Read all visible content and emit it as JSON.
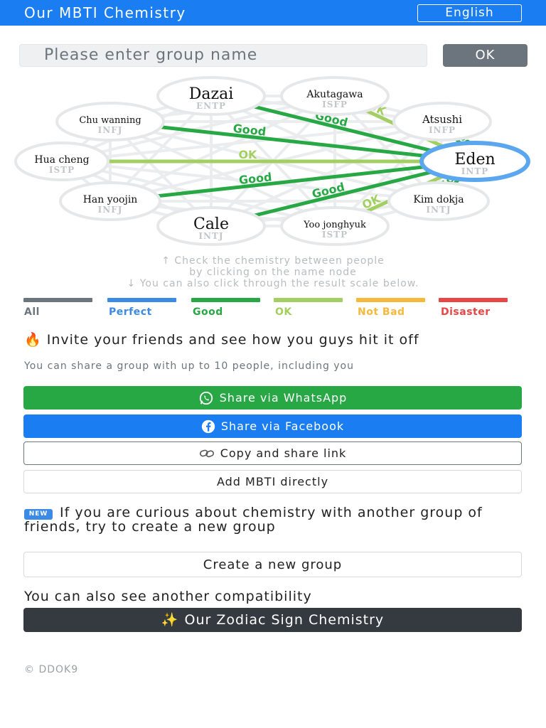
{
  "header": {
    "title": "Our MBTI Chemistry",
    "language_label": "English"
  },
  "group": {
    "placeholder": "Please enter group name",
    "ok_label": "OK"
  },
  "graph": {
    "nodes": [
      {
        "name": "Dazai",
        "mbti": "ENTP"
      },
      {
        "name": "Akutagawa",
        "mbti": "ISFP"
      },
      {
        "name": "Atsushi",
        "mbti": "INFP"
      },
      {
        "name": "Eden",
        "mbti": "INTP"
      },
      {
        "name": "Kim dokja",
        "mbti": "INTJ"
      },
      {
        "name": "Yoo jonghyuk",
        "mbti": "ISTP"
      },
      {
        "name": "Cale",
        "mbti": "INTJ"
      },
      {
        "name": "Han yoojin",
        "mbti": "INFJ"
      },
      {
        "name": "Hua cheng",
        "mbti": "ISTP"
      },
      {
        "name": "Chu wanning",
        "mbti": "INFJ"
      }
    ],
    "selected_node": "Eden",
    "edges": [
      {
        "from": "Eden",
        "to": "Dazai",
        "result": "Good"
      },
      {
        "from": "Eden",
        "to": "Akutagawa",
        "result": "OK"
      },
      {
        "from": "Eden",
        "to": "Atsushi",
        "result": "Good"
      },
      {
        "from": "Eden",
        "to": "Kim dokja",
        "result": "Good"
      },
      {
        "from": "Eden",
        "to": "Yoo jonghyuk",
        "result": "OK"
      },
      {
        "from": "Eden",
        "to": "Cale",
        "result": "Good"
      },
      {
        "from": "Eden",
        "to": "Han yoojin",
        "result": "Good"
      },
      {
        "from": "Eden",
        "to": "Hua cheng",
        "result": "OK"
      },
      {
        "from": "Eden",
        "to": "Chu wanning",
        "result": "Good"
      }
    ]
  },
  "hints": {
    "line1": "↑  Check the chemistry between people",
    "line2": "by clicking on the name node",
    "line3": "↓  You can also click through the result scale below."
  },
  "scale": [
    {
      "label": "All",
      "color": "#6c757d",
      "label_color": "#6c757d"
    },
    {
      "label": "Perfect",
      "color": "#3b8ae6",
      "label_color": "#3b8ae6"
    },
    {
      "label": "Good",
      "color": "#28a745",
      "label_color": "#28a745"
    },
    {
      "label": "OK",
      "color": "#a3cf62",
      "label_color": "#a3cf62"
    },
    {
      "label": "Not Bad",
      "color": "#f6b93b",
      "label_color": "#f6b93b"
    },
    {
      "label": "Disaster",
      "color": "#e84545",
      "label_color": "#e84545"
    }
  ],
  "invite": {
    "emoji": "🔥",
    "title": "Invite your friends and see how you guys hit it off",
    "subtitle": "You can share a group with up to 10 people, including you"
  },
  "buttons": {
    "whatsapp": "Share via WhatsApp",
    "facebook": "Share via Facebook",
    "copy_link": "Copy and share link",
    "add_mbti": "Add MBTI directly",
    "new_group": "Create a new group",
    "zodiac": "Our Zodiac Sign Chemistry",
    "zodiac_emoji": "✨"
  },
  "curious": {
    "badge": "NEW",
    "text": "If you are curious about chemistry with another group of friends, try to create a new group"
  },
  "also_text": "You can also see another compatibility",
  "footer": "© DDOK9",
  "colors": {
    "good": "#28a745",
    "ok": "#a3cf62",
    "accent": "#1a7ef2",
    "selected_ring": "#5aa7f0"
  }
}
